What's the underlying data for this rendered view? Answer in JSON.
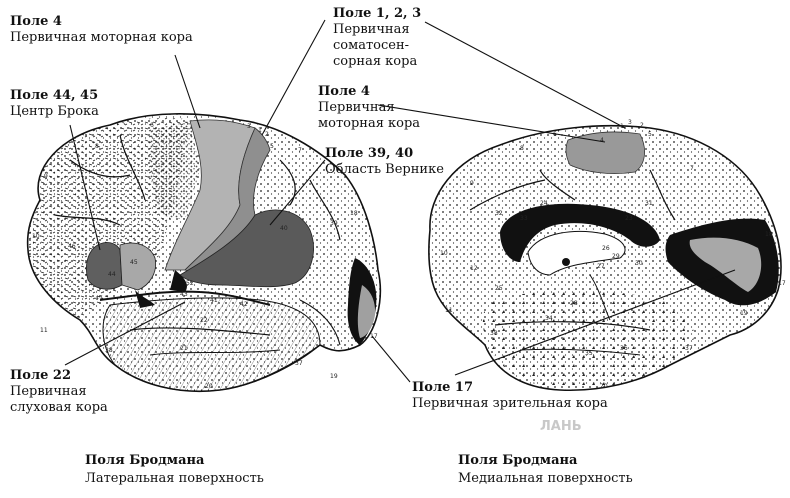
{
  "labels": {
    "field4_left": {
      "title": "Поле 4",
      "desc": "Первичная моторная кора"
    },
    "field44": {
      "title": "Поле 44, 45",
      "desc": "Центр Брока"
    },
    "field123": {
      "title": "Поле 1, 2, 3",
      "line1": "Первичная",
      "line2": "соматосен-",
      "line3": "сорная кора"
    },
    "field4_right": {
      "title": "Поле 4",
      "line1": "Первичная",
      "line2": "моторная кора"
    },
    "field3940": {
      "title": "Поле 39, 40",
      "desc": "Область Вернике"
    },
    "field22": {
      "title": "Поле 22",
      "line1": "Первичная",
      "line2": "слуховая кора"
    },
    "field17": {
      "title": "Поле 17",
      "desc": "Первичная зрительная кора"
    }
  },
  "captions": {
    "left": {
      "title": "Поля Бродмана",
      "subtitle": "Латеральная поверхность"
    },
    "right": {
      "title": "Поля Бродмана",
      "subtitle": "Медиальная поверхность"
    }
  },
  "area_numbers_left": [
    "3",
    "1",
    "2",
    "6",
    "7",
    "5",
    "8",
    "9",
    "10",
    "11",
    "44",
    "45",
    "46",
    "47",
    "43",
    "40",
    "39",
    "41",
    "42",
    "22",
    "21",
    "20",
    "38",
    "37",
    "19",
    "18",
    "17",
    "52"
  ],
  "area_numbers_right": [
    "1",
    "3",
    "2",
    "5",
    "4",
    "6",
    "7",
    "8",
    "9",
    "10",
    "11",
    "12",
    "31",
    "23",
    "24",
    "32",
    "33",
    "25",
    "27",
    "26",
    "29",
    "30",
    "19",
    "18",
    "17",
    "28",
    "34",
    "38",
    "35",
    "36",
    "37",
    "20"
  ],
  "watermark": "ЛАНЬ",
  "colors": {
    "dark_gray": "#595959",
    "mid_gray": "#8a8a8a",
    "light_gray": "#b5b5b5",
    "black": "#111111"
  }
}
